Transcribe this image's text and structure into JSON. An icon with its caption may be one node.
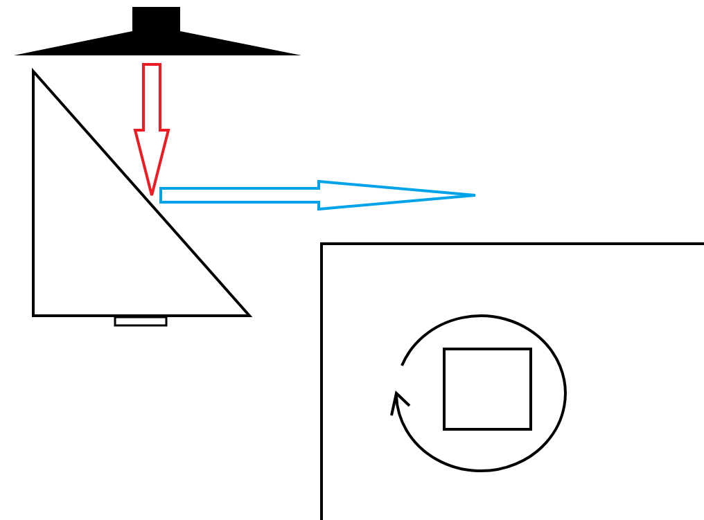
{
  "diagram": {
    "nodes": [
      {
        "text": [],
        "shape": "lamp"
      },
      {
        "text": [],
        "shape": "triangle"
      }
    ],
    "edges": [
      {
        "from": 0,
        "to": 1,
        "arrow": "to",
        "color": "#ed1c24"
      },
      {
        "from": 1,
        "to": null,
        "arrow": "to",
        "color": "#00a2e8"
      }
    ]
  }
}
